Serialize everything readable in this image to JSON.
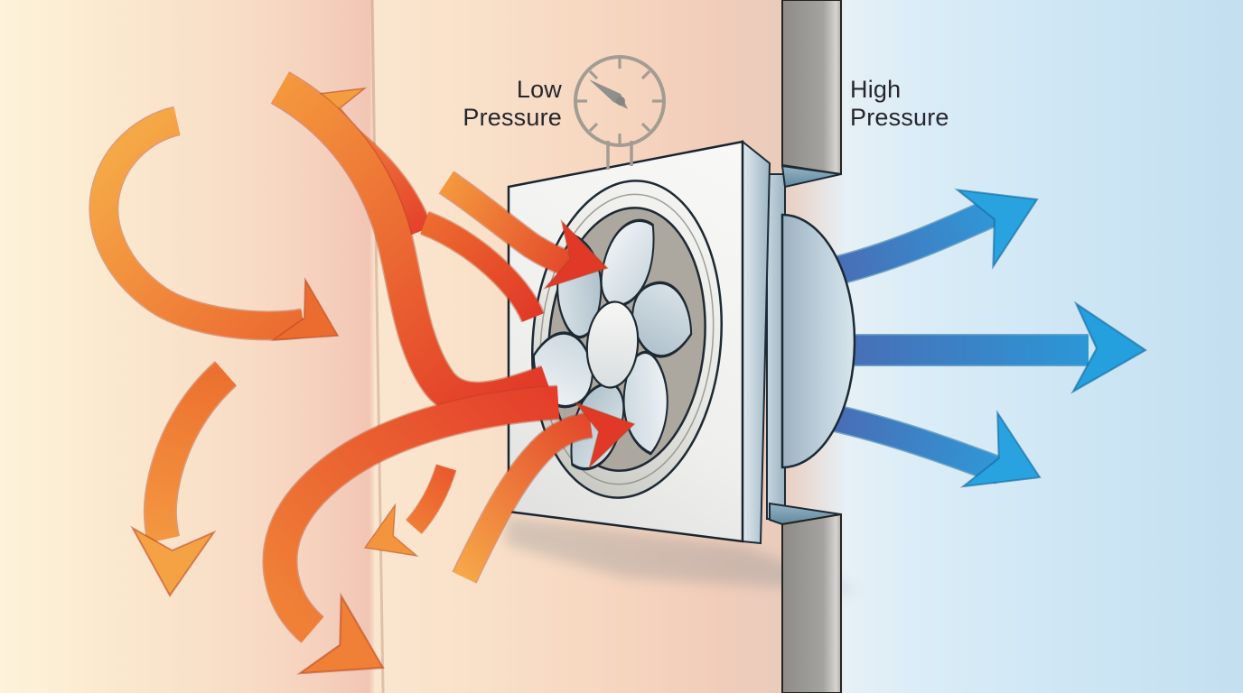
{
  "title": "Exhaust fan pressure airflow diagram",
  "labels": {
    "low_pressure": {
      "line1": "Low",
      "line2": "Pressure"
    },
    "high_pressure": {
      "line1": "High",
      "line2": "Pressure"
    }
  },
  "diagram": {
    "type": "airflow-illustration",
    "components": [
      "room-interior-low-pressure",
      "intake-airflow-arrows",
      "exhaust-fan-unit",
      "fan-blades",
      "fan-hub",
      "pressure-gauge",
      "wall",
      "wall-opening",
      "exterior-dome-shroud",
      "exhaust-airflow-arrows",
      "outside-high-pressure"
    ],
    "airflow": {
      "intake_arrow_count": 9,
      "exhaust_arrow_count": 3,
      "intake_description": "warm orange-red arrows swirl and converge from the room into the fan",
      "exhaust_description": "blue arrows fan out from the dome through the wall to the outside"
    },
    "gauge": {
      "reading": "needle pointing upper-left (low)",
      "tick_count": 8
    },
    "colors": {
      "warm_orange": "#f5a245",
      "warm_red": "#e03927",
      "cool_blue_dark": "#4a6cb4",
      "cool_blue_bright": "#27a0de",
      "wall_gray": "#9b9995",
      "frame_white": "#f3f4f3",
      "dome_steel": "#b7cad7",
      "background_left": "#fdf3da",
      "background_right": "#c3dff0",
      "gauge_gray": "#a39c92",
      "label_text": "#26262c"
    }
  }
}
